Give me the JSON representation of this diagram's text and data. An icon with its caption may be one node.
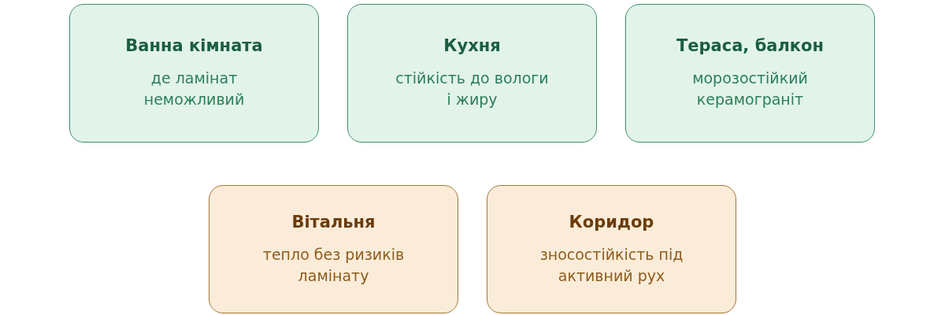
{
  "diagram": {
    "nodes": [
      {
        "text": [
          "Ванна кімната",
          "де ламінат неможливий"
        ]
      },
      {
        "text": [
          "Кухня",
          "стійкість до вологи і жиру"
        ]
      },
      {
        "text": [
          "Тераса, балкон",
          "морозостійкий керамограніт"
        ]
      },
      {
        "text": [
          "Вітальня",
          "тепло без ризиків ламінату"
        ]
      },
      {
        "text": [
          "Коридор",
          "зносостійкість під активний рух"
        ]
      }
    ]
  }
}
